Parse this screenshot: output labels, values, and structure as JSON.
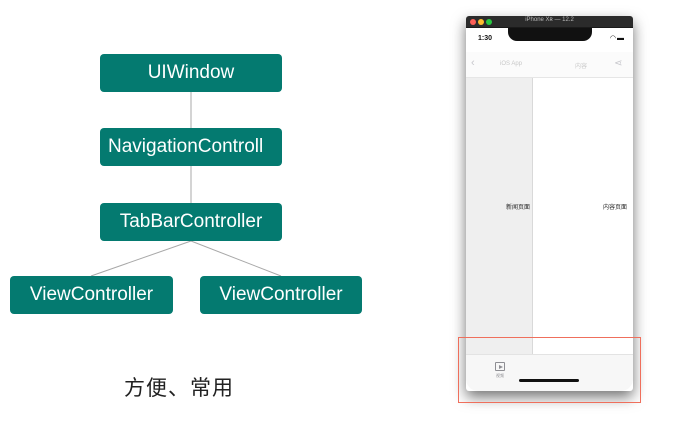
{
  "diagram": {
    "nodes": {
      "window": "UIWindow",
      "navigation": "NavigationControll",
      "tabbar": "TabBarController",
      "view_left": "ViewController",
      "view_right": "ViewController"
    },
    "edges": [
      [
        "window",
        "navigation"
      ],
      [
        "navigation",
        "tabbar"
      ],
      [
        "tabbar",
        "view_left"
      ],
      [
        "tabbar",
        "view_right"
      ]
    ],
    "caption": "方便、常用",
    "colors": {
      "node_fill": "#047a70",
      "node_text": "#ffffff",
      "edge": "#a8a8a8",
      "highlight": "#ef6f5c"
    }
  },
  "simulator": {
    "title": "iPhone Xʀ — 12.2",
    "status": {
      "time": "1:30",
      "icons": "wifi-icon battery-icon"
    },
    "navbar": {
      "back_icon": "chevron-left-icon",
      "title": "iOS App",
      "right_label": "内容",
      "share_icon": "share-icon"
    },
    "left_label": "新闻页面",
    "right_label": "内容页面",
    "tab": {
      "icon": "play-square-icon",
      "label": "视频"
    }
  }
}
